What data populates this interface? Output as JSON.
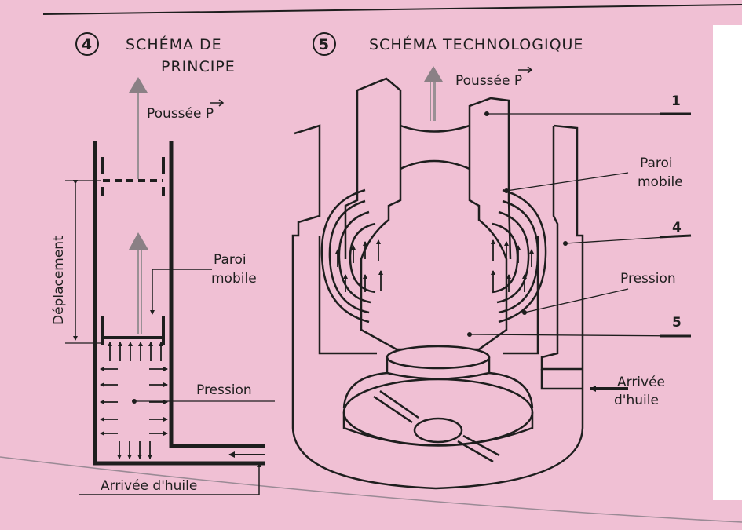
{
  "figure4": {
    "number": "4",
    "title_line1": "SCHÉMA DE",
    "title_line2": "PRINCIPE",
    "labels": {
      "poussee": "Poussée P",
      "deplacement": "Déplacement",
      "paroi_line1": "Paroi",
      "paroi_line2": "mobile",
      "pression": "Pression",
      "arrivee": "Arrivée d'huile"
    }
  },
  "figure5": {
    "number": "5",
    "title": "SCHÉMA TECHNOLOGIQUE",
    "labels": {
      "poussee": "Poussée P",
      "ref1": "1",
      "paroi_line1": "Paroi",
      "paroi_line2": "mobile",
      "ref4": "4",
      "pression": "Pression",
      "ref5": "5",
      "arrivee_line1": "Arrivée",
      "arrivee_line2": "d'huile"
    }
  },
  "colors": {
    "background": "#f0c0d4",
    "ink": "#1e1e1e",
    "arrow_grey": "#8a8085",
    "panel": "#ffffff"
  }
}
